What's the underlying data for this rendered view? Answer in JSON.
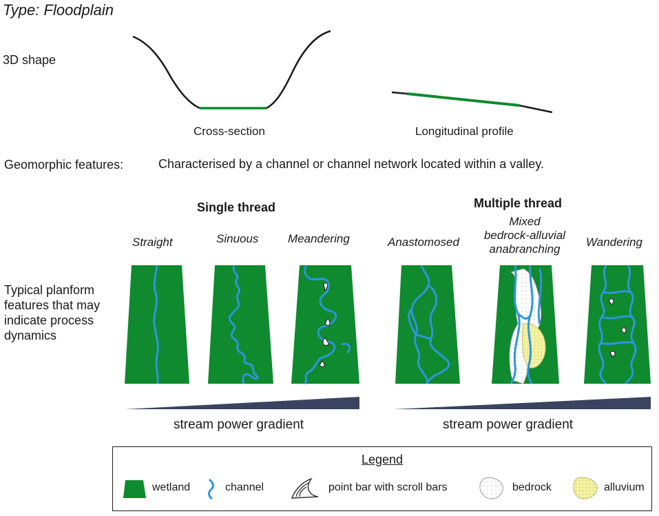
{
  "type_title": "Type: Floodplain",
  "shape_label": "3D shape",
  "cross_section_label": "Cross-section",
  "longitudinal_label": "Longitudinal profile",
  "geomorphic_label": "Geomorphic features:",
  "geomorphic_text": "Characterised by a channel or channel network located within a valley.",
  "single_thread": {
    "heading": "Single thread",
    "types": [
      "Straight",
      "Sinuous",
      "Meandering"
    ]
  },
  "multiple_thread": {
    "heading": "Multiple thread",
    "types": [
      "Anastomosed",
      "Mixed bedrock-alluvial anabranching",
      "Wandering"
    ],
    "mixed_lines": [
      "Mixed",
      "bedrock-alluvial",
      "anabranching"
    ]
  },
  "planform_label": "Typical planform features that may indicate process dynamics",
  "gradient_label": "stream power gradient",
  "legend": {
    "title": "Legend",
    "items": [
      "wetland",
      "channel",
      "point bar with scroll bars",
      "bedrock",
      "alluvium"
    ]
  },
  "colors": {
    "wetland": "#0f8a2e",
    "channel": "#2e95dc",
    "gradient": "#3a4460",
    "bedrock": "#ffffff",
    "alluvium": "#f3f2a0",
    "profile_line": "#1a1a1a"
  }
}
